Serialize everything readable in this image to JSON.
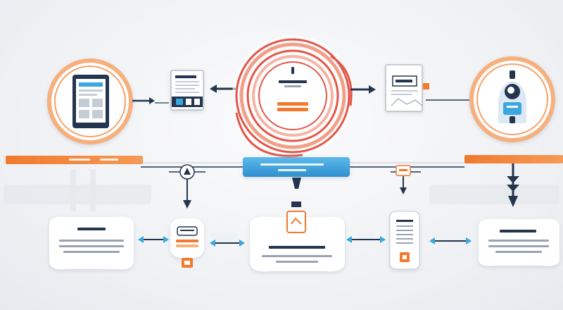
{
  "colors": {
    "accent": "#f07a2e",
    "accent_light": "#f6b07e",
    "red": "#e3574a",
    "blue": "#3aa7de",
    "navy": "#23354f",
    "band_blue": "#3f9ad6",
    "muted": "#d9dde4"
  },
  "icons": {
    "tablet": "tablet-icon",
    "document": "document-icon",
    "target": "target-ring-icon",
    "card": "card-icon",
    "person": "person-badge-icon",
    "server": "server-icon",
    "mobile": "mobile-icon"
  },
  "flow": {
    "top_nodes": [
      "tablet-node",
      "document-node",
      "target-node",
      "card-node",
      "person-node"
    ],
    "bottom_nodes": [
      "text-card-left",
      "device-small",
      "text-card-center",
      "mobile-device",
      "text-card-right"
    ]
  }
}
